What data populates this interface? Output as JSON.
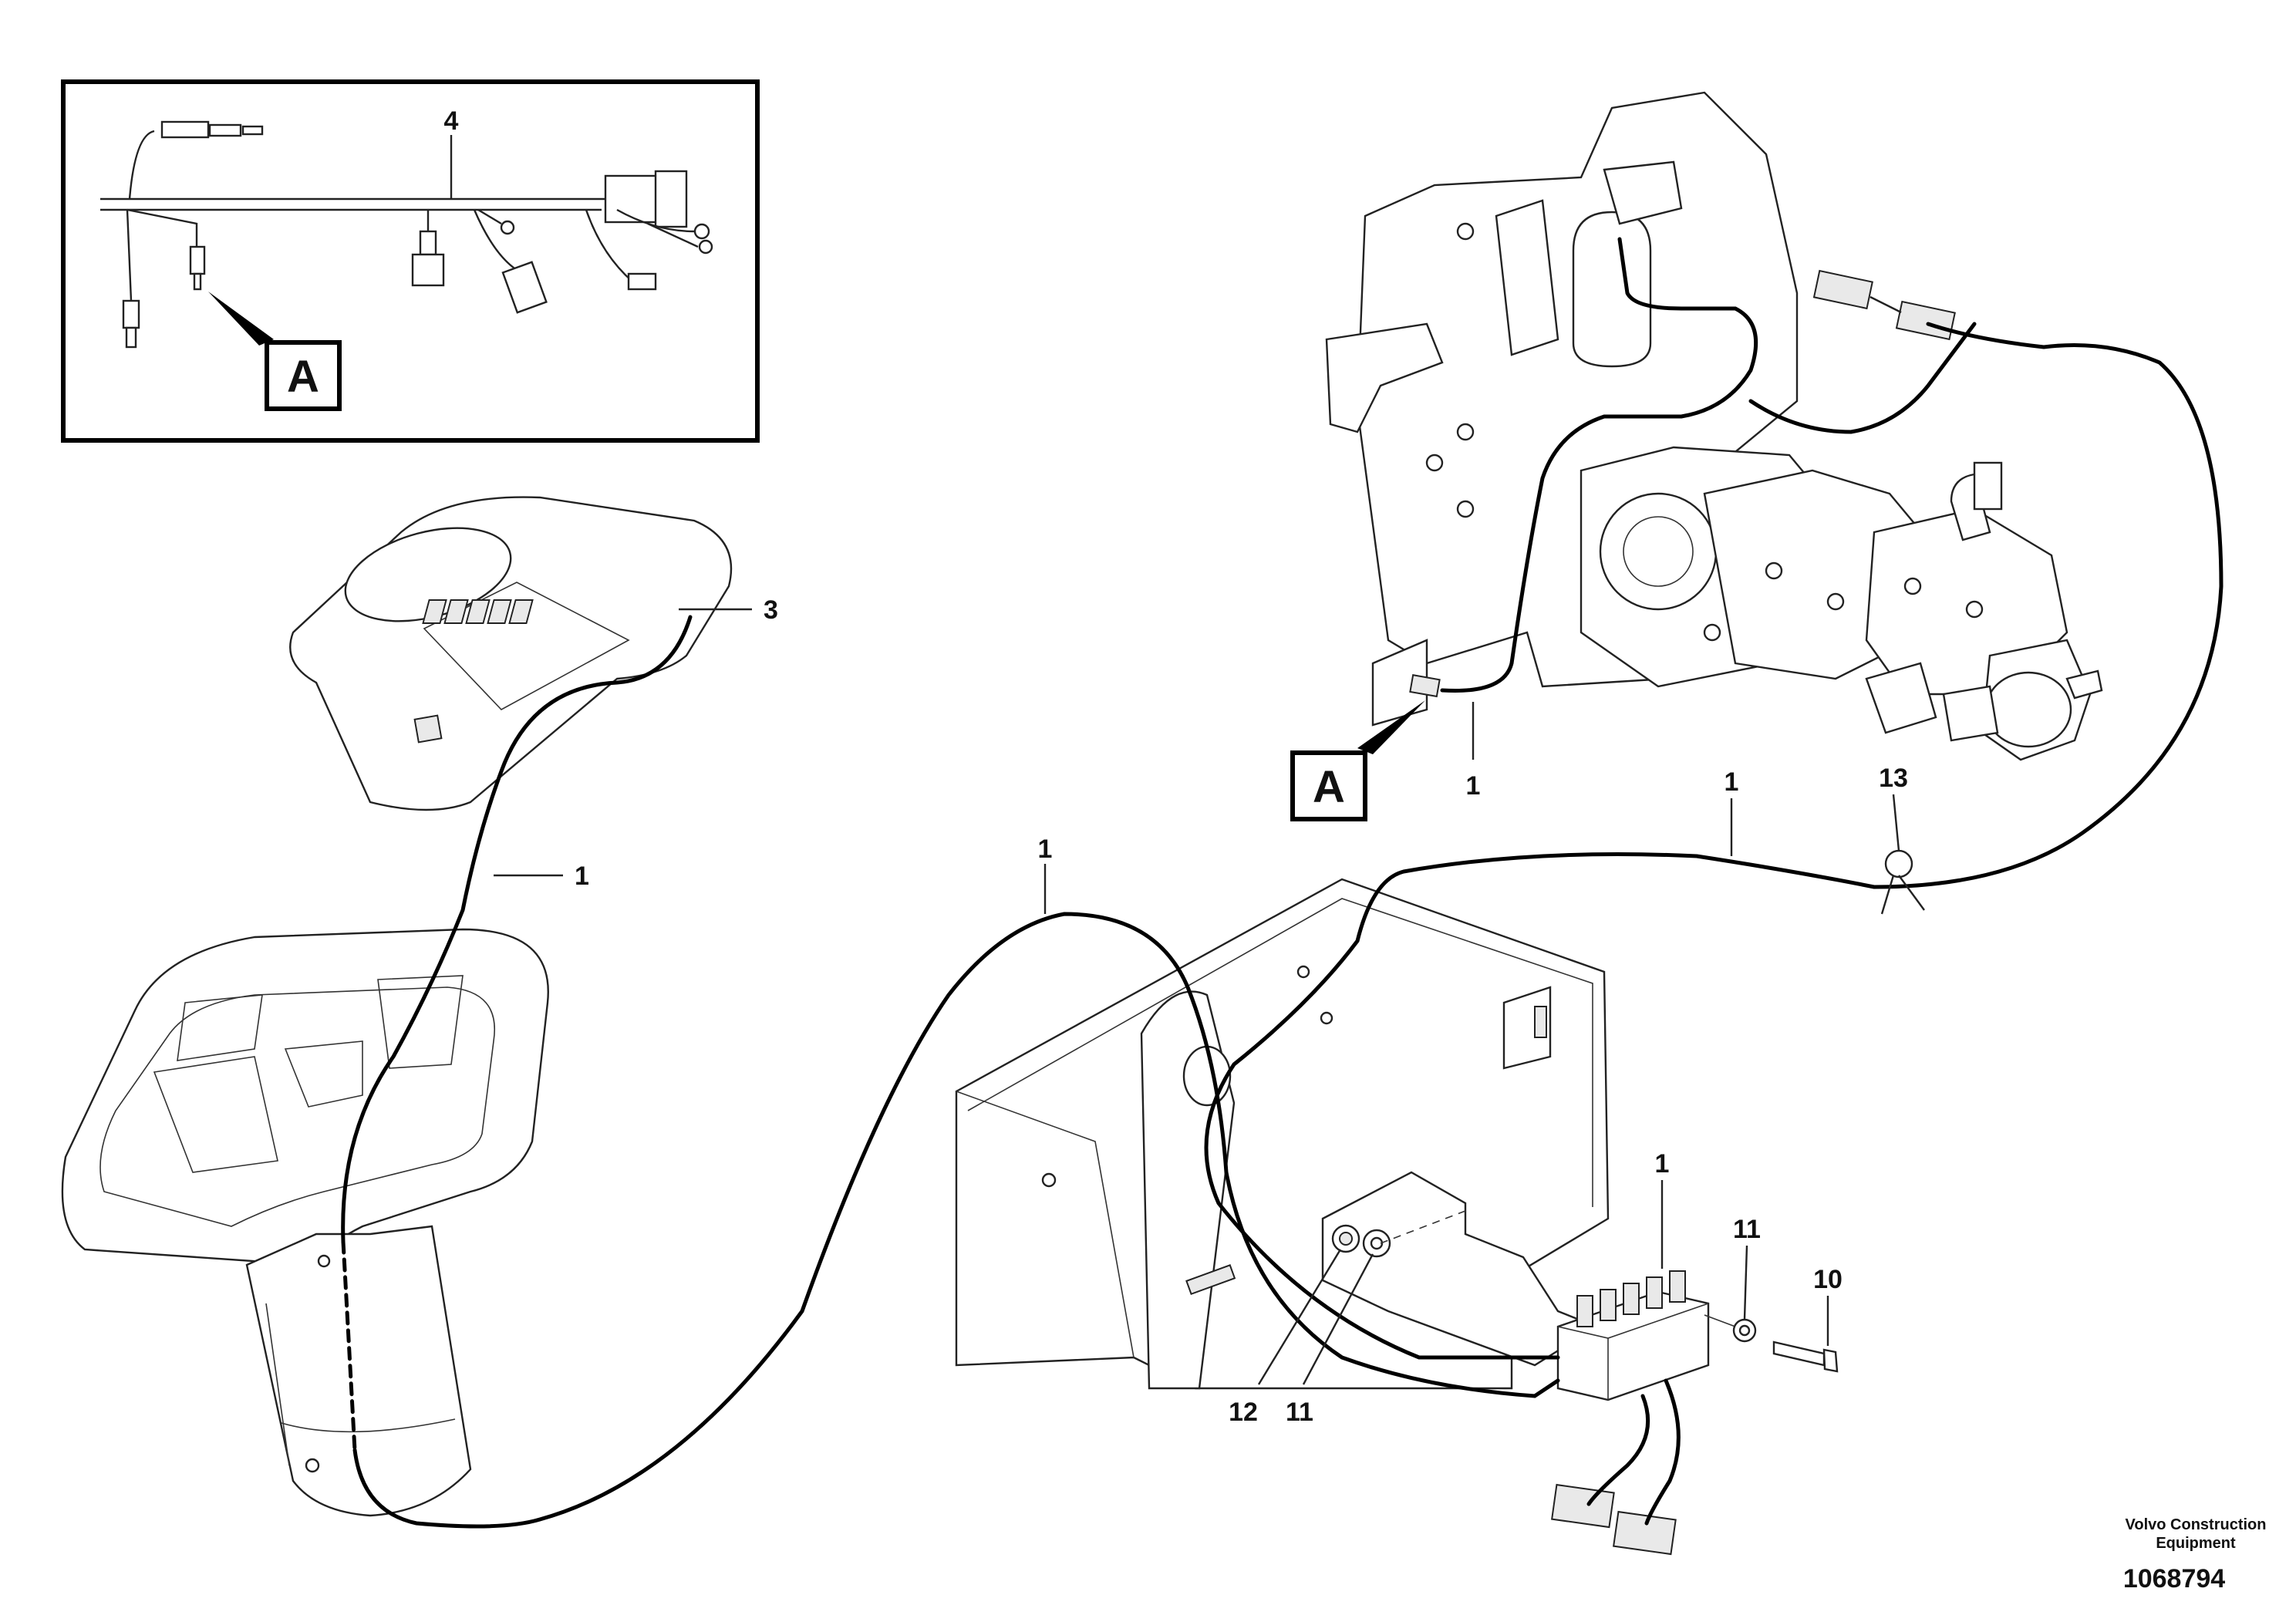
{
  "callouts": {
    "c4": "4",
    "c3": "3",
    "c1_left": "1",
    "c1_center": "1",
    "c1_right": "1",
    "c1_top": "1",
    "c1_block": "1",
    "c13": "13",
    "c11_a": "11",
    "c11_b": "11",
    "c12": "12",
    "c10": "10"
  },
  "detail_markers": {
    "inset": "A",
    "engine": "A"
  },
  "footer": {
    "credit_line1": "Volvo Construction",
    "credit_line2": "Equipment",
    "doc_number": "1068794"
  }
}
